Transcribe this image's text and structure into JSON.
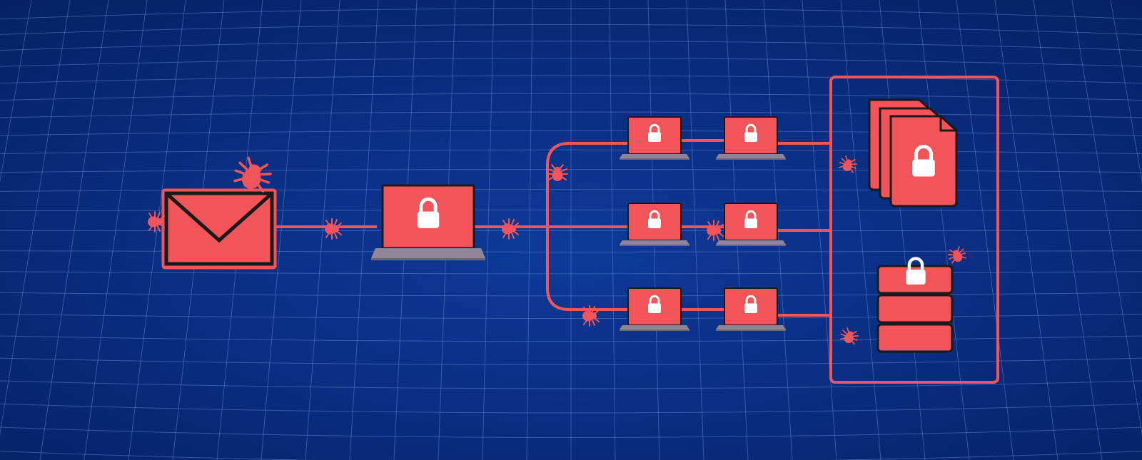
{
  "scene": {
    "kind": "ransomware-spread-illustration",
    "colors": {
      "background_center": "#0d3a9a",
      "background_edge": "#062064",
      "grid_line": "#6f8fd6",
      "threat_red": "#f25559",
      "outline_dark": "#1a1a1a",
      "lock_white": "#ffffff",
      "laptop_base": "#8e8799"
    },
    "icons": [
      "envelope-icon",
      "bug-icon",
      "laptop-icon",
      "padlock-icon",
      "document-stack-icon",
      "database-icon"
    ],
    "counts": {
      "infected_laptops": 7,
      "bugs": 10,
      "branches": 3
    }
  }
}
